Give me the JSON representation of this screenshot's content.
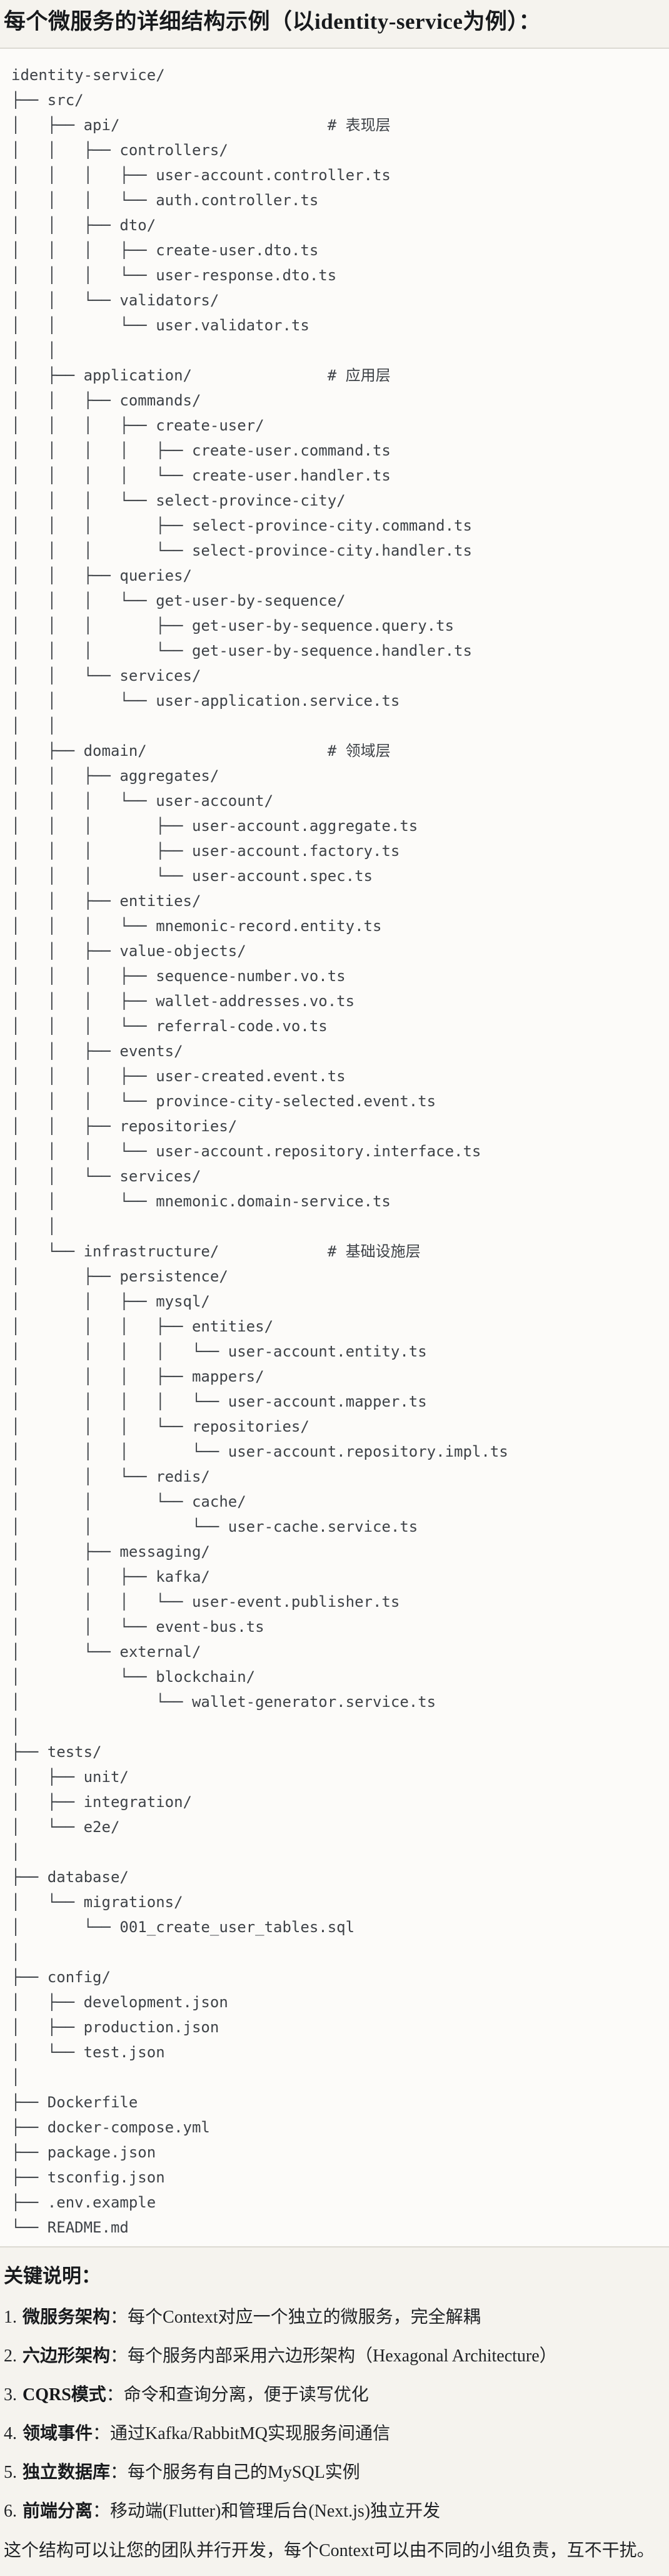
{
  "title": "每个微服务的详细结构示例（以identity-service为例）：",
  "tree": {
    "lines": [
      "identity-service/",
      "├── src/",
      "│   ├── api/                       # 表现层",
      "│   │   ├── controllers/",
      "│   │   │   ├── user-account.controller.ts",
      "│   │   │   └── auth.controller.ts",
      "│   │   ├── dto/",
      "│   │   │   ├── create-user.dto.ts",
      "│   │   │   └── user-response.dto.ts",
      "│   │   └── validators/",
      "│   │       └── user.validator.ts",
      "│   │",
      "│   ├── application/               # 应用层",
      "│   │   ├── commands/",
      "│   │   │   ├── create-user/",
      "│   │   │   │   ├── create-user.command.ts",
      "│   │   │   │   └── create-user.handler.ts",
      "│   │   │   └── select-province-city/",
      "│   │   │       ├── select-province-city.command.ts",
      "│   │   │       └── select-province-city.handler.ts",
      "│   │   ├── queries/",
      "│   │   │   └── get-user-by-sequence/",
      "│   │   │       ├── get-user-by-sequence.query.ts",
      "│   │   │       └── get-user-by-sequence.handler.ts",
      "│   │   └── services/",
      "│   │       └── user-application.service.ts",
      "│   │",
      "│   ├── domain/                    # 领域层",
      "│   │   ├── aggregates/",
      "│   │   │   └── user-account/",
      "│   │   │       ├── user-account.aggregate.ts",
      "│   │   │       ├── user-account.factory.ts",
      "│   │   │       └── user-account.spec.ts",
      "│   │   ├── entities/",
      "│   │   │   └── mnemonic-record.entity.ts",
      "│   │   ├── value-objects/",
      "│   │   │   ├── sequence-number.vo.ts",
      "│   │   │   ├── wallet-addresses.vo.ts",
      "│   │   │   └── referral-code.vo.ts",
      "│   │   ├── events/",
      "│   │   │   ├── user-created.event.ts",
      "│   │   │   └── province-city-selected.event.ts",
      "│   │   ├── repositories/",
      "│   │   │   └── user-account.repository.interface.ts",
      "│   │   └── services/",
      "│   │       └── mnemonic.domain-service.ts",
      "│   │",
      "│   └── infrastructure/            # 基础设施层",
      "│       ├── persistence/",
      "│       │   ├── mysql/",
      "│       │   │   ├── entities/",
      "│       │   │   │   └── user-account.entity.ts",
      "│       │   │   ├── mappers/",
      "│       │   │   │   └── user-account.mapper.ts",
      "│       │   │   └── repositories/",
      "│       │   │       └── user-account.repository.impl.ts",
      "│       │   └── redis/",
      "│       │       └── cache/",
      "│       │           └── user-cache.service.ts",
      "│       ├── messaging/",
      "│       │   ├── kafka/",
      "│       │   │   └── user-event.publisher.ts",
      "│       │   └── event-bus.ts",
      "│       └── external/",
      "│           └── blockchain/",
      "│               └── wallet-generator.service.ts",
      "│",
      "├── tests/",
      "│   ├── unit/",
      "│   ├── integration/",
      "│   └── e2e/",
      "│",
      "├── database/",
      "│   └── migrations/",
      "│       └── 001_create_user_tables.sql",
      "│",
      "├── config/",
      "│   ├── development.json",
      "│   ├── production.json",
      "│   └── test.json",
      "│",
      "├── Dockerfile",
      "├── docker-compose.yml",
      "├── package.json",
      "├── tsconfig.json",
      "├── .env.example",
      "└── README.md"
    ]
  },
  "notes": {
    "heading": "关键说明：",
    "items": [
      {
        "number": "1.",
        "label": "微服务架构",
        "desc": "：每个Context对应一个独立的微服务，完全解耦"
      },
      {
        "number": "2.",
        "label": "六边形架构",
        "desc": "：每个服务内部采用六边形架构（Hexagonal Architecture）"
      },
      {
        "number": "3.",
        "label": "CQRS模式",
        "desc": "：命令和查询分离，便于读写优化"
      },
      {
        "number": "4.",
        "label": "领域事件",
        "desc": "：通过Kafka/RabbitMQ实现服务间通信"
      },
      {
        "number": "5.",
        "label": "独立数据库",
        "desc": "：每个服务有自己的MySQL实例"
      },
      {
        "number": "6.",
        "label": "前端分离",
        "desc": "：移动端(Flutter)和管理后台(Next.js)独立开发"
      }
    ]
  },
  "closing": "这个结构可以让您的团队并行开发，每个Context可以由不同的小组负责，互不干扰。",
  "colors": {
    "page_bg": "#f5f3ee",
    "code_bg": "#fcfbf9",
    "rule": "#dcdad3",
    "tree_text": "#3e4247",
    "body_text": "#1f2225"
  }
}
